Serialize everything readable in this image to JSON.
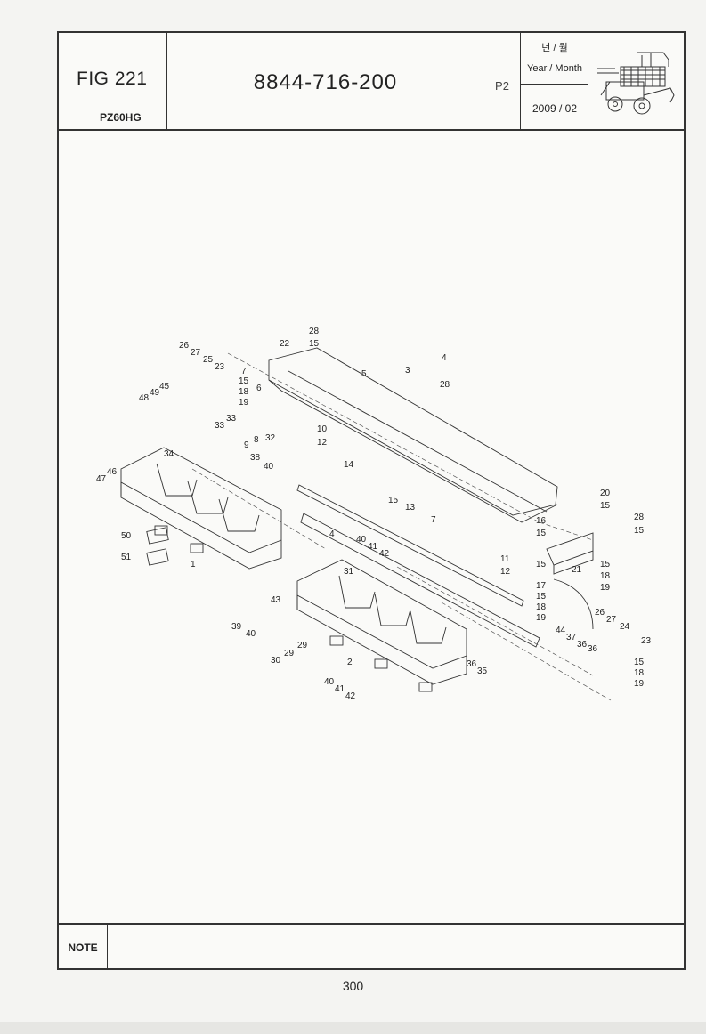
{
  "header": {
    "fig_title": "FIG 221",
    "model": "PZ60HG",
    "part_number": "8844-716-200",
    "page_code": "P2",
    "year_month_korean": "년 / 월",
    "year_month_label": "Year / Month",
    "year_month_value": "2009 / 02",
    "thumbnail_icon": "rice-transplanter-icon"
  },
  "callouts": [
    "28",
    "22",
    "15",
    "26",
    "27",
    "25",
    "23",
    "7",
    "15",
    "18",
    "19",
    "6",
    "5",
    "3",
    "4",
    "28",
    "48",
    "49",
    "45",
    "33",
    "33",
    "9",
    "8",
    "32",
    "10",
    "12",
    "34",
    "38",
    "40",
    "14",
    "47",
    "46",
    "15",
    "13",
    "7",
    "20",
    "15",
    "28",
    "15",
    "16",
    "15",
    "50",
    "51",
    "1",
    "4",
    "40",
    "41",
    "42",
    "11",
    "15",
    "21",
    "15",
    "18",
    "12",
    "17",
    "19",
    "15",
    "18",
    "31",
    "43",
    "19",
    "26",
    "27",
    "24",
    "39",
    "40",
    "44",
    "37",
    "36",
    "36",
    "23",
    "29",
    "30",
    "29",
    "2",
    "36",
    "35",
    "15",
    "18",
    "19",
    "40",
    "41",
    "42"
  ],
  "note": {
    "label": "NOTE"
  },
  "footer": {
    "page_number": "300"
  }
}
